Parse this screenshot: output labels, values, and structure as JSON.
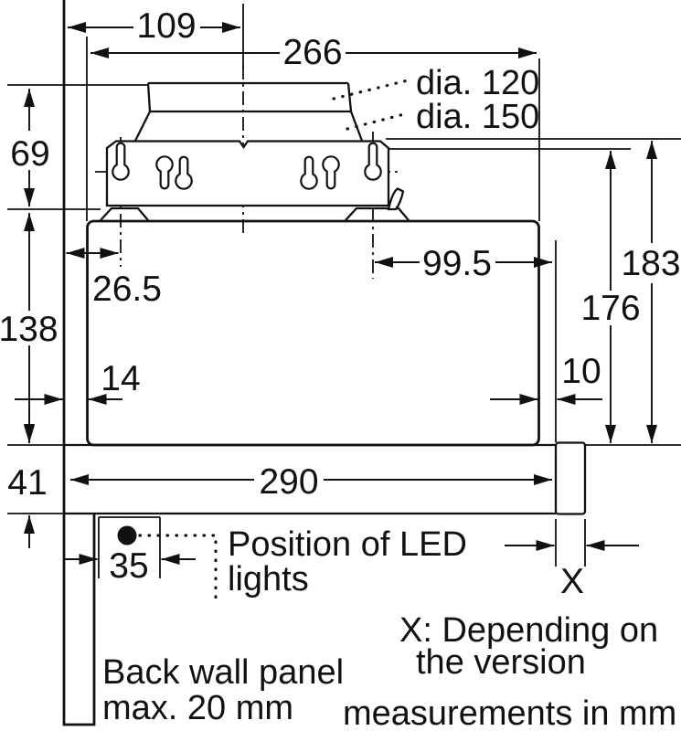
{
  "diagram": {
    "dims": {
      "d109": "109",
      "d266": "266",
      "dia120": "dia. 120",
      "dia150": "dia. 150",
      "d69": "69",
      "d26_5": "26.5",
      "d99_5": "99.5",
      "d138": "138",
      "d14": "14",
      "d10": "10",
      "d176": "176",
      "d183": "183",
      "d41": "41",
      "d290": "290",
      "d35": "35",
      "dX": "X"
    },
    "notes": {
      "led1": "Position of LED",
      "led2": "lights",
      "x1": "X: Depending on",
      "x2": "the version",
      "wall1": "Back wall panel",
      "wall2": "max. 20 mm",
      "units": "measurements in mm"
    },
    "colors": {
      "line": "#111111",
      "background": "#ffffff"
    }
  }
}
